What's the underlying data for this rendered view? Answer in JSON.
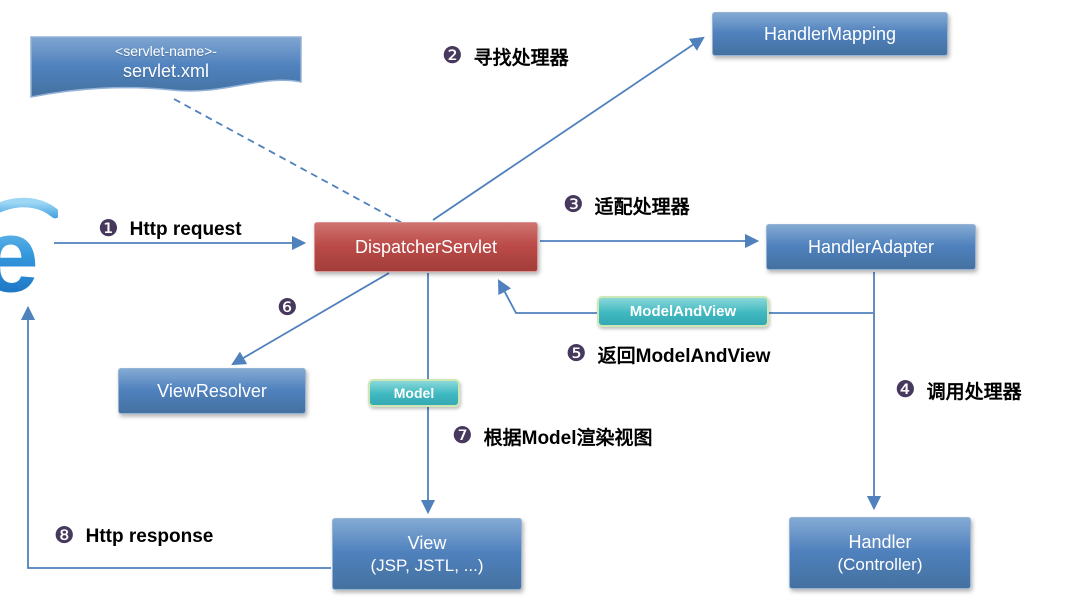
{
  "nodes": {
    "servlet_xml": {
      "line1": "<servlet-name>-",
      "line2": "servlet.xml"
    },
    "handler_mapping": "HandlerMapping",
    "dispatcher_servlet": "DispatcherServlet",
    "handler_adapter": "HandlerAdapter",
    "view_resolver": "ViewResolver",
    "view": {
      "line1": "View",
      "line2": "(JSP, JSTL, ...)"
    },
    "handler": {
      "line1": "Handler",
      "line2": "(Controller)"
    },
    "model_and_view": "ModelAndView",
    "model": "Model"
  },
  "steps": {
    "s1": {
      "num": "❶",
      "label": "Http request"
    },
    "s2": {
      "num": "❷",
      "label": "寻找处理器"
    },
    "s3": {
      "num": "❸",
      "label": "适配处理器"
    },
    "s4": {
      "num": "❹",
      "label": "调用处理器"
    },
    "s5": {
      "num": "❺",
      "label": "返回ModelAndView"
    },
    "s6": {
      "num": "❻",
      "label": ""
    },
    "s7": {
      "num": "❼",
      "label": "根据Model渲染视图"
    },
    "s8": {
      "num": "❽",
      "label": "Http response"
    }
  },
  "colors": {
    "node_blue": "#4F81BD",
    "node_blue_border": "#95B3D7",
    "node_red": "#BA4A47",
    "node_red_border": "#D99694",
    "tag_teal": "#3FB8C0",
    "tag_border": "#CDE8B5",
    "arrow_blue": "#4F81BD",
    "step_circle": "#47395D",
    "label_text": "#000000",
    "node_text": "#FFFFFF"
  }
}
